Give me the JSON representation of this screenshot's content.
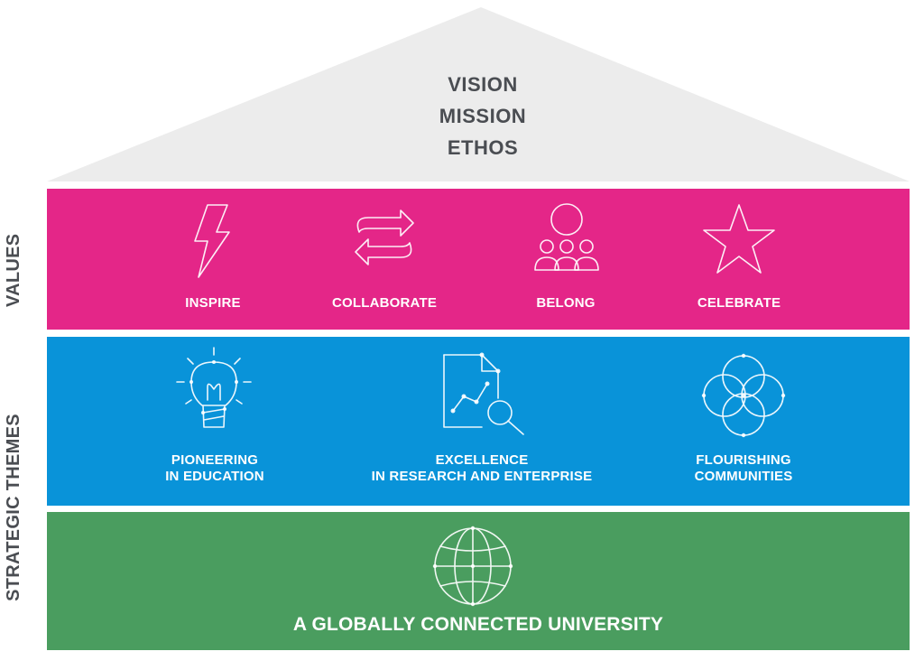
{
  "roof": {
    "lines": [
      "VISION",
      "MISSION",
      "ETHOS"
    ],
    "color": "#ececec"
  },
  "side_labels": {
    "values": "VALUES",
    "themes": "STRATEGIC THEMES"
  },
  "values": {
    "color": "#e42688",
    "items": [
      {
        "label": "INSPIRE",
        "icon": "lightning-bolt-icon"
      },
      {
        "label": "COLLABORATE",
        "icon": "exchange-arrows-icon"
      },
      {
        "label": "BELONG",
        "icon": "group-people-icon"
      },
      {
        "label": "CELEBRATE",
        "icon": "star-icon"
      }
    ]
  },
  "themes": {
    "color": "#0993d9",
    "items": [
      {
        "line1": "PIONEERING",
        "line2": "IN EDUCATION",
        "icon": "lightbulb-icon"
      },
      {
        "line1": "EXCELLENCE",
        "line2": "IN RESEARCH AND ENTERPRISE",
        "icon": "document-search-icon"
      },
      {
        "line1": "FLOURISHING",
        "line2": "COMMUNITIES",
        "icon": "overlapping-circles-icon"
      }
    ]
  },
  "foundation": {
    "color": "#4a9d5f",
    "label": "A GLOBALLY CONNECTED UNIVERSITY",
    "icon": "globe-icon"
  },
  "text_color": "#4a4d52"
}
